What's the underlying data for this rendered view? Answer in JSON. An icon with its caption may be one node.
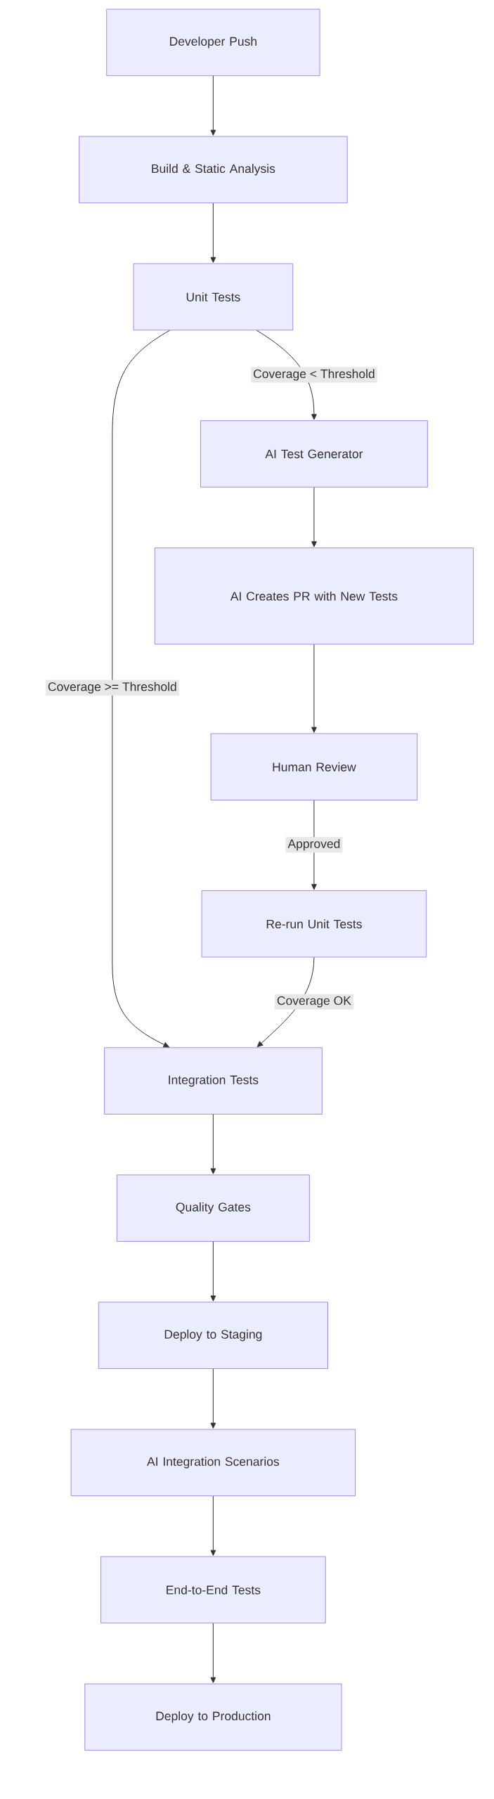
{
  "diagram": {
    "nodes": [
      {
        "text": [
          "Developer Push"
        ]
      },
      {
        "text": [
          "Build & Static Analysis"
        ]
      },
      {
        "text": [
          "Unit Tests"
        ]
      },
      {
        "text": [
          "AI Test Generator"
        ]
      },
      {
        "text": [
          "AI Creates PR with New Tests"
        ]
      },
      {
        "text": [
          "Human Review"
        ]
      },
      {
        "text": [
          "Re-run Unit Tests"
        ]
      },
      {
        "text": [
          "Integration Tests"
        ]
      },
      {
        "text": [
          "Quality Gates"
        ]
      },
      {
        "text": [
          "Deploy to Staging"
        ]
      },
      {
        "text": [
          "AI Integration Scenarios"
        ]
      },
      {
        "text": [
          "End-to-End Tests"
        ]
      },
      {
        "text": [
          "Deploy to Production"
        ]
      }
    ],
    "edges": [
      {
        "from": 0,
        "to": 1,
        "arrow": "to"
      },
      {
        "from": 1,
        "to": 2,
        "arrow": "to"
      },
      {
        "from": 2,
        "to": 3,
        "arrow": "to",
        "label": "Coverage < Threshold"
      },
      {
        "from": 2,
        "to": 7,
        "arrow": "to",
        "label": "Coverage >= Threshold"
      },
      {
        "from": 3,
        "to": 4,
        "arrow": "to"
      },
      {
        "from": 4,
        "to": 5,
        "arrow": "to"
      },
      {
        "from": 5,
        "to": 6,
        "arrow": "to",
        "label": "Approved"
      },
      {
        "from": 6,
        "to": 7,
        "arrow": "to",
        "label": "Coverage OK"
      },
      {
        "from": 7,
        "to": 8,
        "arrow": "to"
      },
      {
        "from": 8,
        "to": 9,
        "arrow": "to"
      },
      {
        "from": 9,
        "to": 10,
        "arrow": "to"
      },
      {
        "from": 10,
        "to": 11,
        "arrow": "to"
      },
      {
        "from": 11,
        "to": 12,
        "arrow": "to"
      }
    ]
  }
}
